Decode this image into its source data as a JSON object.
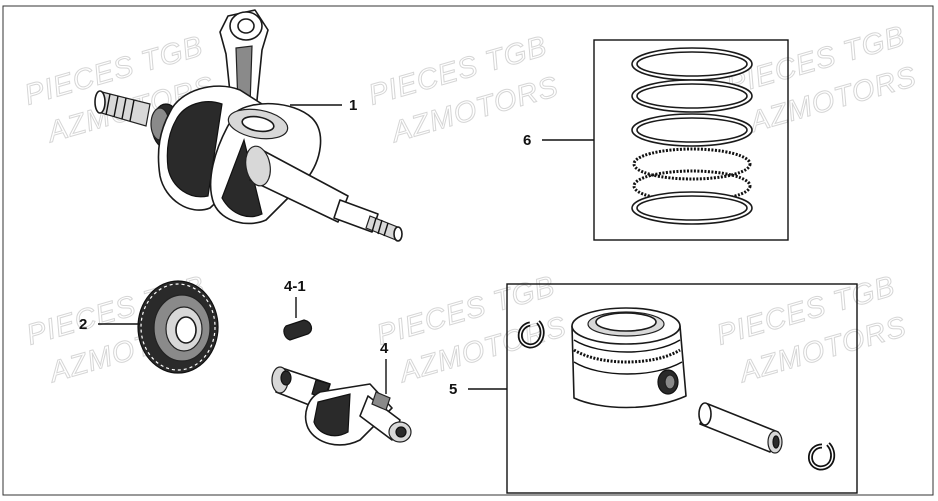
{
  "watermark": {
    "line1": "PIECES TGB",
    "line2": "AZMOTORS"
  },
  "callouts": {
    "crankshaft": "1",
    "gear": "2",
    "balancer_shaft": "4",
    "woodruff_key": "4-1",
    "piston_set": "5",
    "piston_rings": "6"
  }
}
